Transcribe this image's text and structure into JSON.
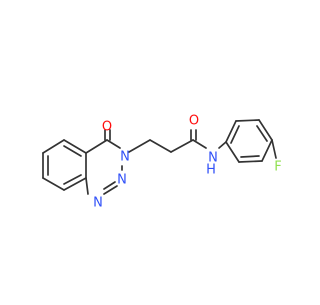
{
  "molecule": {
    "atom_labels": [
      {
        "id": "O1",
        "text": "O",
        "color": "#ff0d0d"
      },
      {
        "id": "N3",
        "text": "N",
        "color": "#3050f8"
      },
      {
        "id": "N2",
        "text": "N",
        "color": "#3050f8"
      },
      {
        "id": "N1",
        "text": "N",
        "color": "#3050f8"
      },
      {
        "id": "O2",
        "text": "O",
        "color": "#ff0d0d"
      },
      {
        "id": "NH",
        "text": "N",
        "color": "#3050f8"
      },
      {
        "id": "H",
        "text": "H",
        "color": "#3050f8"
      },
      {
        "id": "F",
        "text": "F",
        "color": "#90e050"
      }
    ],
    "bond_color": "#333333"
  }
}
